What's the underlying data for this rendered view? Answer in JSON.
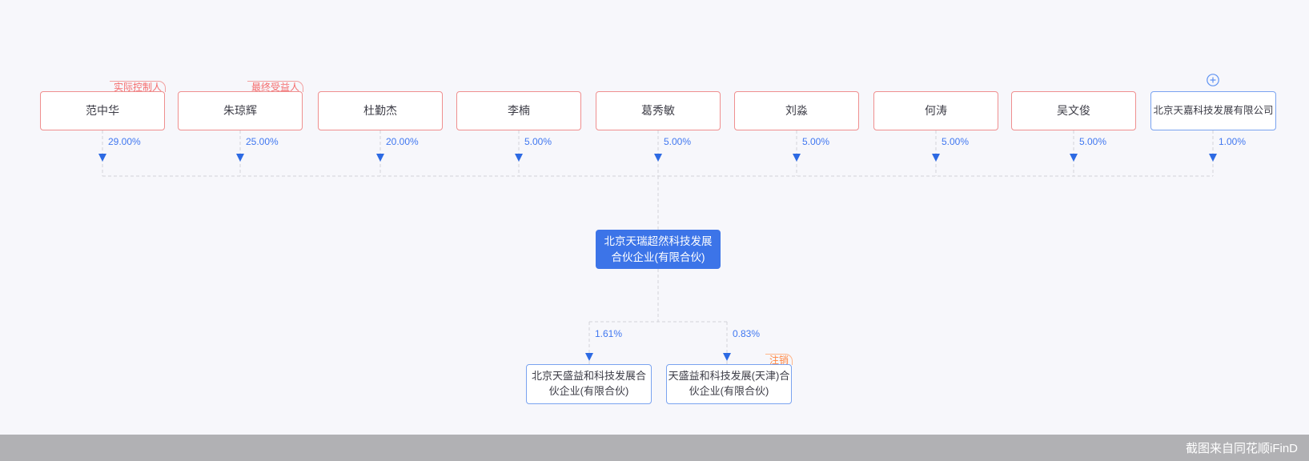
{
  "diagram": {
    "shareholders": [
      {
        "name": "范中华",
        "percent": "29.00%",
        "tag": "实际控制人"
      },
      {
        "name": "朱琼辉",
        "percent": "25.00%",
        "tag": "最终受益人"
      },
      {
        "name": "杜勤杰",
        "percent": "20.00%"
      },
      {
        "name": "李楠",
        "percent": "5.00%"
      },
      {
        "name": "葛秀敏",
        "percent": "5.00%"
      },
      {
        "name": "刘淼",
        "percent": "5.00%"
      },
      {
        "name": "何涛",
        "percent": "5.00%"
      },
      {
        "name": "吴文俊",
        "percent": "5.00%"
      },
      {
        "name": "北京天嘉科技发展有限公司",
        "percent": "1.00%",
        "expand_icon": "plus-circle-icon"
      }
    ],
    "focus_company": {
      "name": "北京天瑞超然科技发展合伙企业(有限合伙)"
    },
    "subsidiaries": [
      {
        "name": "北京天盛益和科技发展合伙企业(有限合伙)",
        "percent": "1.61%"
      },
      {
        "name": "天盛益和科技发展(天津)合伙企业(有限合伙)",
        "percent": "0.83%",
        "tag": "注销"
      }
    ],
    "footer": {
      "watermark": "截图来自同花顺iFinD"
    },
    "colors": {
      "background": "#f7f7fb",
      "person_border": "#ef8f8f",
      "company_border": "#7aa3f0",
      "focus_fill": "#3c74e8",
      "percent_text": "#4077f0",
      "arrow": "#2d6ae3",
      "dashed_line": "#d3d3d9",
      "tag_red": "#f56c6c",
      "tag_orange": "#ff8743",
      "footer_bg": "#b1b1b4"
    }
  }
}
